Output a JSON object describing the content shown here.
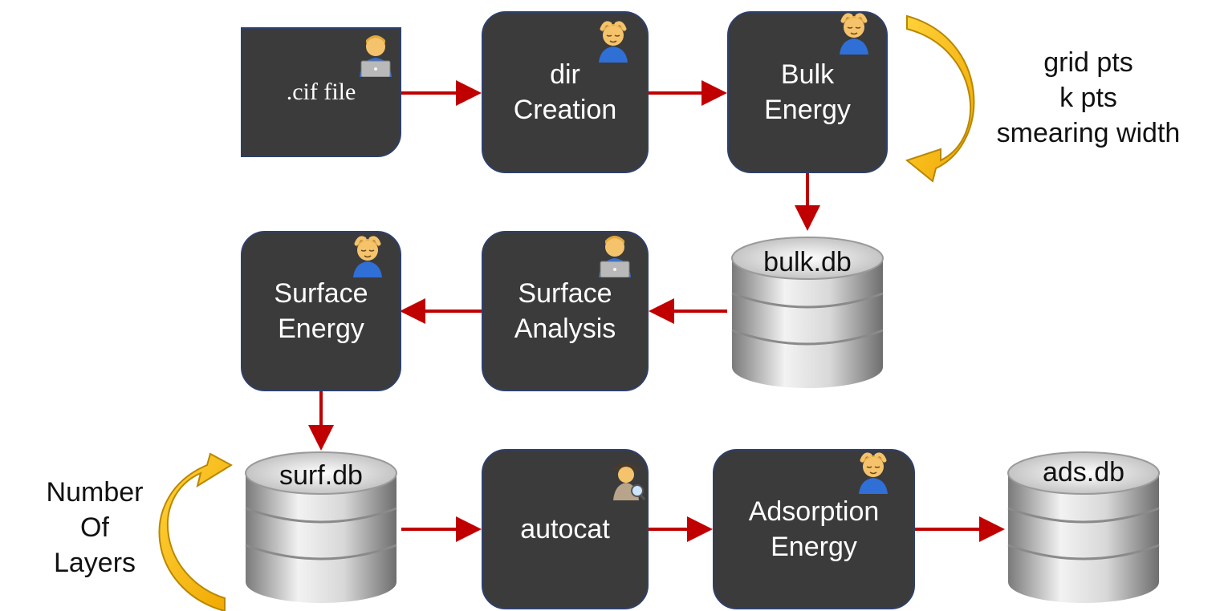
{
  "nodes": {
    "cif_file": {
      "label": ".cif file",
      "badge": "laptop-worker-icon"
    },
    "dir_creation": {
      "line1": "dir",
      "line2": "Creation",
      "badge": "head-massage-icon"
    },
    "bulk_energy": {
      "line1": "Bulk",
      "line2": "Energy",
      "badge": "head-massage-icon"
    },
    "surface_analysis": {
      "line1": "Surface",
      "line2": "Analysis",
      "badge": "laptop-worker-icon"
    },
    "surface_energy": {
      "line1": "Surface",
      "line2": "Energy",
      "badge": "head-massage-icon"
    },
    "autocat": {
      "label": "autocat",
      "badge": "detective-icon"
    },
    "adsorption_energy": {
      "line1": "Adsorption",
      "line2": "Energy",
      "badge": "head-massage-icon"
    }
  },
  "databases": {
    "bulk": "bulk.db",
    "surf": "surf.db",
    "ads": "ads.db"
  },
  "loops": {
    "bulk_params": [
      "grid pts",
      "k pts",
      "smearing width"
    ],
    "layers": [
      "Number",
      "Of",
      "Layers"
    ]
  },
  "colors": {
    "box_fill": "#3b3b3b",
    "box_border": "#2f3f6a",
    "arrow": "#c00000",
    "loop_arrow": "#f5b800"
  }
}
